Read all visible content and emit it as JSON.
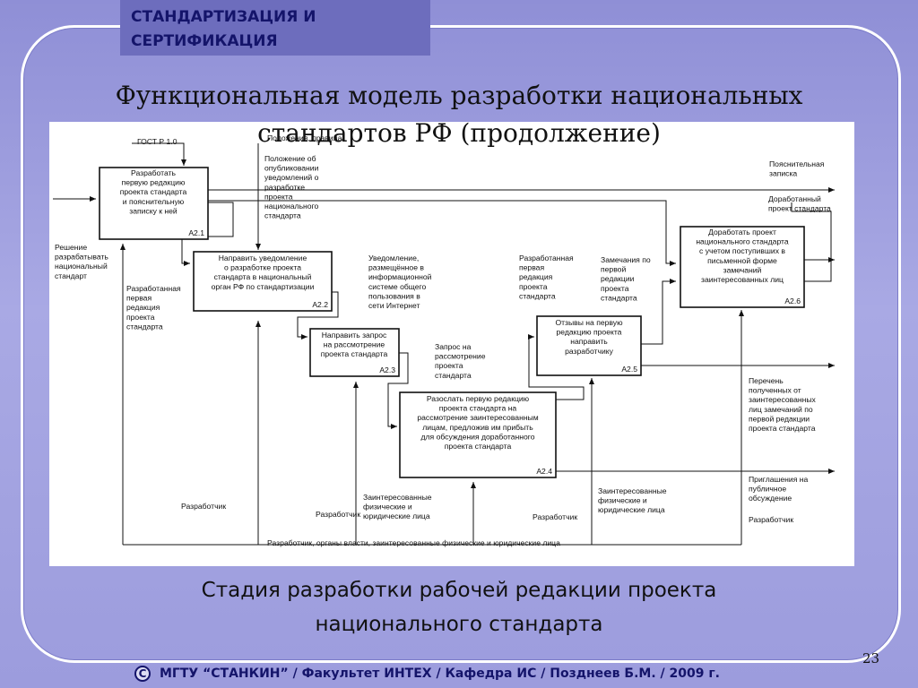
{
  "header": {
    "line1": "СТАНДАРТИЗАЦИЯ И",
    "line2": "СЕРТИФИКАЦИЯ"
  },
  "title": {
    "line1": "Функциональная модель разработки национальных",
    "line2": "стандартов РФ (продолжение)"
  },
  "diagram": {
    "boxes": [
      {
        "id": "A2.1",
        "lines": [
          "Разработать",
          "первую редакцию",
          "проекта стандарта",
          "и пояснительную",
          "записку к ней"
        ]
      },
      {
        "id": "A2.2",
        "lines": [
          "Направить уведомление",
          "о разработке проекта",
          "стандарта в национальный",
          "орган РФ по стандартизации"
        ]
      },
      {
        "id": "A2.3",
        "lines": [
          "Направить запрос",
          "на рассмотрение",
          "проекта стандарта"
        ]
      },
      {
        "id": "A2.4",
        "lines": [
          "Разослать первую редакцию",
          "проекта стандарта на",
          "рассмотрение заинтересованным",
          "лицам, предложив им прибыть",
          "для обсуждения доработанного",
          "проекта стандарта"
        ]
      },
      {
        "id": "A2.5",
        "lines": [
          "Отзывы на первую",
          "редакцию проекта",
          "направить",
          "разработчику"
        ]
      },
      {
        "id": "A2.6",
        "lines": [
          "Доработать проект",
          "национального стандарта",
          "с учетом поступивших в",
          "письменной форме",
          "замечаний",
          "заинтересованных лиц"
        ]
      }
    ],
    "labels": {
      "gost": "ГОСТ Р 1.0",
      "polozhenie_pravila": "Положения, правила",
      "polozhenie_ob": [
        "Положение об",
        "опубликовании",
        "уведомлений о",
        "разработке",
        "проекта",
        "национального",
        "стандарта"
      ],
      "reshenie": [
        "Решение",
        "разрабатывать",
        "национальный",
        "стандарт"
      ],
      "razrab_pervaya_left": [
        "Разработанная",
        "первая",
        "редакция",
        "проекта",
        "стандарта"
      ],
      "uvedomlenie": [
        "Уведомление,",
        "размещённое в",
        "информационной",
        "системе общего",
        "пользования в",
        "сети Интернет"
      ],
      "zapros": [
        "Запрос на",
        "рассмотрение",
        "проекта",
        "стандарта"
      ],
      "razrab_pervaya_mid": [
        "Разработанная",
        "первая",
        "редакция",
        "проекта",
        "стандарта"
      ],
      "zamechaniya": [
        "Замечания по",
        "первой",
        "редакции",
        "проекта",
        "стандарта"
      ],
      "poyasnitelnaya": [
        "Пояснительная",
        "записка"
      ],
      "dorabotanny": [
        "Доработанный",
        "проект стандарта"
      ],
      "perechen": [
        "Перечень",
        "полученных от",
        "заинтересованных",
        "лиц замечаний по",
        "первой редакции",
        "проекта стандарта"
      ],
      "priglasheniya": [
        "Приглашения на",
        "публичное",
        "обсуждение"
      ],
      "zainteres_1": [
        "Заинтересованные",
        "физические и",
        "юридические лица"
      ],
      "zainteres_2": [
        "Заинтересованные",
        "физические и",
        "юридические лица"
      ],
      "razrabotchik": "Разработчик",
      "bottom_mechanism": "Разработчик, органы власти, заинтересованные физические и юридические лица"
    }
  },
  "caption": {
    "line1": "Стадия разработки рабочей редакции проекта",
    "line2": "национального стандарта"
  },
  "page_number": "23",
  "footer": {
    "icon_symbol": "С",
    "text": "МГТУ “СТАНКИН” / Факультет ИНТЕХ / Кафедра ИС / Позднеев Б.М. / 2009 г."
  },
  "colors": {
    "background": "#9c9cdd",
    "header_tab": "#6d6dbd",
    "header_text": "#14146a",
    "footer_text": "#14146a"
  }
}
